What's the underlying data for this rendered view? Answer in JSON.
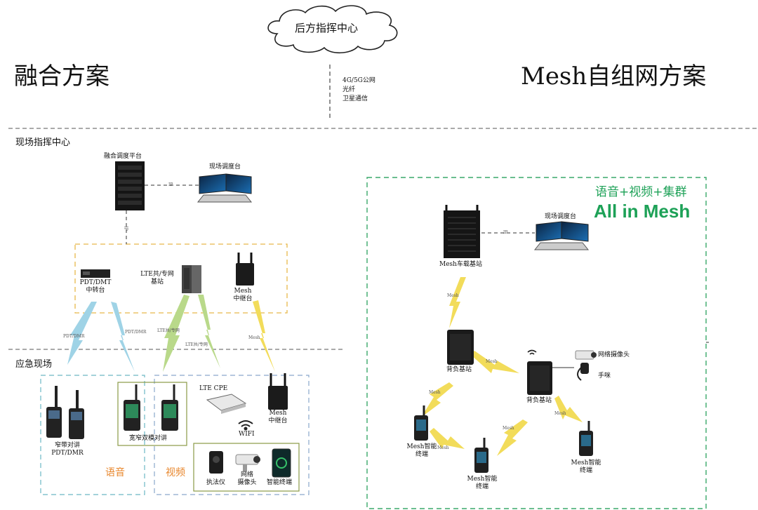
{
  "cloud": {
    "label": "后方指挥中心"
  },
  "titles": {
    "left": "融合方案",
    "right": "Mesh自组网方案"
  },
  "backhaul": {
    "lines": [
      "4G/5G公网",
      "光纤",
      "卫星通信"
    ]
  },
  "sections": {
    "field_command": "现场指挥中心",
    "emergency_site": "应急现场"
  },
  "left": {
    "platform": "融合调度平台",
    "console": "现场调度台",
    "ip_label": "IP",
    "relay_pdt": [
      "PDT/DMT",
      "中转台"
    ],
    "lte_base": [
      "LTE共/专网",
      "基站"
    ],
    "mesh_relay": [
      "Mesh",
      "中继台"
    ],
    "link_labels": {
      "pdt_dmr_1": "PDT/DMR",
      "pdt_dmr_2": "PDT/DMR",
      "lte_1": "LTE共/专网",
      "lte_2": "LTE共/专网",
      "mesh": "Mesh"
    },
    "narrowband": [
      "窄带对讲",
      "PDT/DMR"
    ],
    "dualmode": "宽窄双模对讲",
    "lte_cpe": "LTE CPE",
    "mesh_relay_2": [
      "Mesh",
      "中继台"
    ],
    "wifi": "WIFI",
    "recorder": "执法仪",
    "camera": [
      "网络",
      "摄像头"
    ],
    "smart_terminal": "智能终端",
    "voice": "语音",
    "video": "视频"
  },
  "right": {
    "headline_1": "语音+视频+集群",
    "headline_2": "All in Mesh",
    "vehicle_base": "Mesh车载基站",
    "console": "现场调度台",
    "ip_label": "IP",
    "backpack_1": "背负基站",
    "backpack_2": "背负基站",
    "camera": "网络摄像头",
    "mic": "手咪",
    "terminal_left": [
      "Mesh智能",
      "终端"
    ],
    "terminal_mid": [
      "Mesh智能",
      "终端"
    ],
    "terminal_right": [
      "Mesh智能",
      "终端"
    ],
    "mesh_label": "Mesh"
  },
  "colors": {
    "accent_green": "#1da157",
    "dash_yellow": "#e8b84a",
    "dash_teal": "#6cb8c4",
    "dash_olive": "#8a9a45",
    "dash_blue": "#8aa8cc",
    "bolt_yellow": "#f2dc5a",
    "bolt_blue": "#9fd3e6",
    "bolt_green": "#b9d98a",
    "orange_text": "#e8862b"
  }
}
